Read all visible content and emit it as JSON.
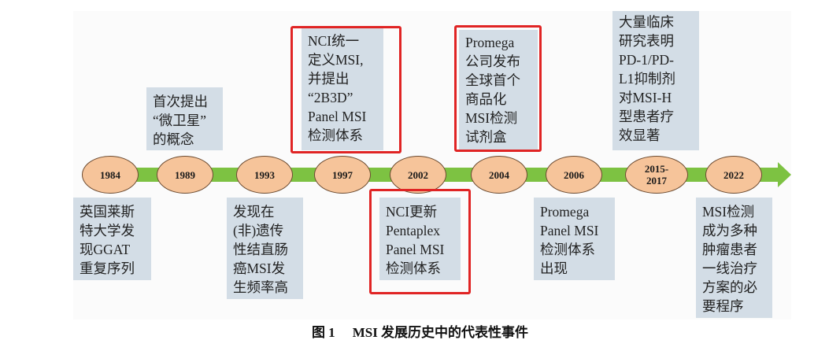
{
  "figure": {
    "caption_label": "图 1",
    "caption_text": "MSI 发展历史中的代表性事件"
  },
  "colors": {
    "timeline_bar": "#7dc242",
    "node_fill": "#f6c49a",
    "node_border": "#6b4a30",
    "event_box": "#d3dde6",
    "highlight_border": "#e02424"
  },
  "timeline": {
    "nodes": [
      {
        "year": "1984"
      },
      {
        "year": "1989"
      },
      {
        "year": "1993"
      },
      {
        "year": "1997"
      },
      {
        "year": "2002"
      },
      {
        "year": "2004"
      },
      {
        "year": "2006"
      },
      {
        "year": "2015-\n2017"
      },
      {
        "year": "2022"
      }
    ],
    "events": [
      {
        "year": "1984",
        "position": "below",
        "highlighted": false,
        "text": "英国莱斯\n特大学发\n现GGAT\n重复序列"
      },
      {
        "year": "1989",
        "position": "above",
        "highlighted": false,
        "text": "首次提出\n“微卫星”\n的概念"
      },
      {
        "year": "1993",
        "position": "below",
        "highlighted": false,
        "text": "发现在\n(非)遗传\n性结直肠\n癌MSI发\n生频率高"
      },
      {
        "year": "1997",
        "position": "above",
        "highlighted": true,
        "text": "NCI统一\n定义MSI,\n并提出\n“2B3D”\nPanel MSI\n检测体系"
      },
      {
        "year": "2002",
        "position": "below",
        "highlighted": true,
        "text": "NCI更新\nPentaplex\nPanel MSI\n检测体系"
      },
      {
        "year": "2004",
        "position": "above",
        "highlighted": true,
        "text": "Promega\n公司发布\n全球首个\n商品化\nMSI检测\n试剂盒"
      },
      {
        "year": "2006",
        "position": "below",
        "highlighted": false,
        "text": "Promega\nPanel MSI\n检测体系\n出现"
      },
      {
        "year": "2015-2017",
        "position": "above",
        "highlighted": false,
        "text": "大量临床\n研究表明\nPD-1/PD-\nL1抑制剂\n对MSI-H\n型患者疗\n效显著"
      },
      {
        "year": "2022",
        "position": "below",
        "highlighted": false,
        "text": "MSI检测\n成为多种\n肿瘤患者\n一线治疗\n方案的必\n要程序"
      }
    ]
  }
}
